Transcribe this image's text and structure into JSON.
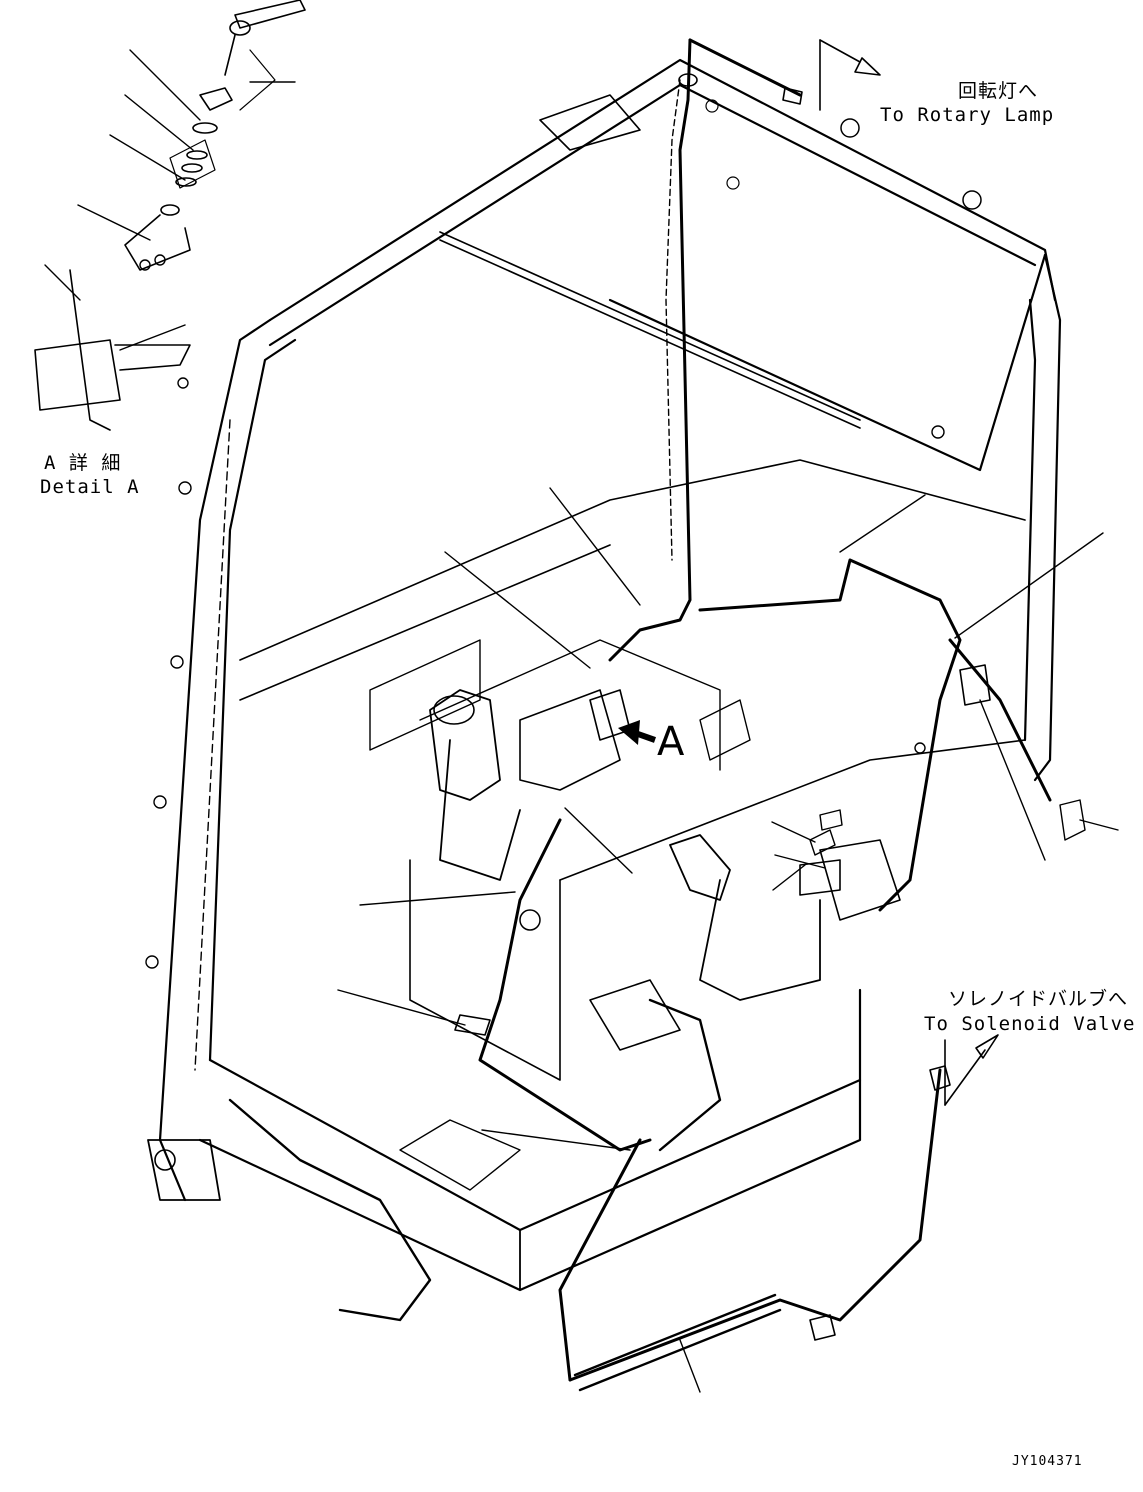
{
  "labels": {
    "rotary_lamp_jp": "回転灯へ",
    "rotary_lamp_en": "To Rotary Lamp",
    "solenoid_jp": "ソレノイドバルブへ",
    "solenoid_en": "To Solenoid Valve",
    "detail_jp": "A 詳 細",
    "detail_en": "Detail A",
    "view_marker": "A",
    "drawing_code": "JY104371"
  },
  "colors": {
    "line": "#000000",
    "background": "#ffffff"
  }
}
